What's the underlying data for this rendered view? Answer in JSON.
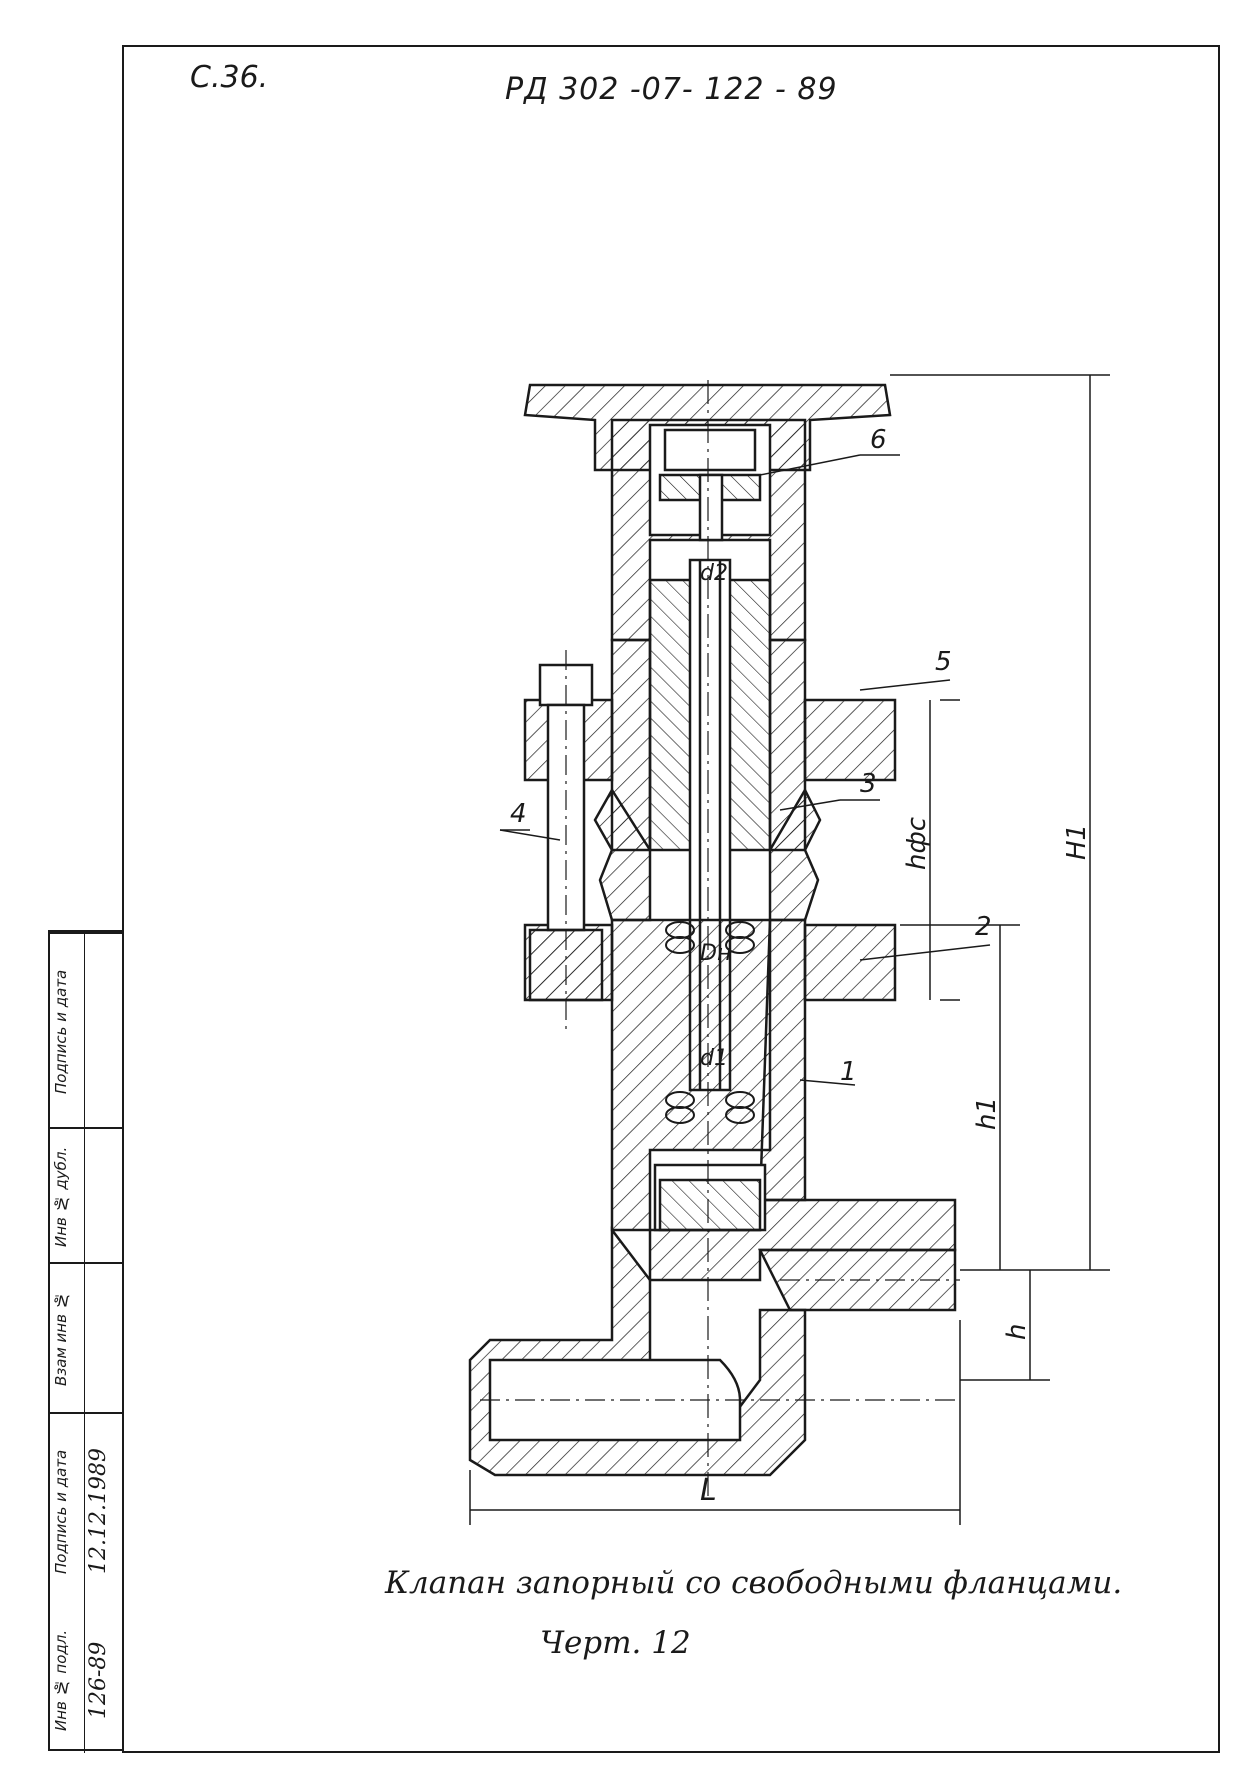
{
  "header": {
    "page_number": "С.36.",
    "document_code": "РД 302 -07- 122 - 89"
  },
  "drawing": {
    "part_labels": [
      "1",
      "2",
      "3",
      "4",
      "5",
      "6"
    ],
    "dimension_labels": {
      "H1": "H1",
      "h_fs": "hфс",
      "h1": "h1",
      "h": "h",
      "L": "L",
      "d1": "d1",
      "d2": "d2",
      "Dn": "Dн"
    }
  },
  "caption": {
    "title": "Клапан запорный со свободными фланцами.",
    "sheet": "Черт. 12"
  },
  "stamp": {
    "columns": [
      {
        "label": "Инв № подл.",
        "value": "126-89"
      },
      {
        "label": "Подпись и дата",
        "value": "12.12.1989"
      },
      {
        "label": "Взам инв №",
        "value": ""
      },
      {
        "label": "Инв № дубл.",
        "value": ""
      },
      {
        "label": "Подпись и дата",
        "value": ""
      }
    ]
  }
}
